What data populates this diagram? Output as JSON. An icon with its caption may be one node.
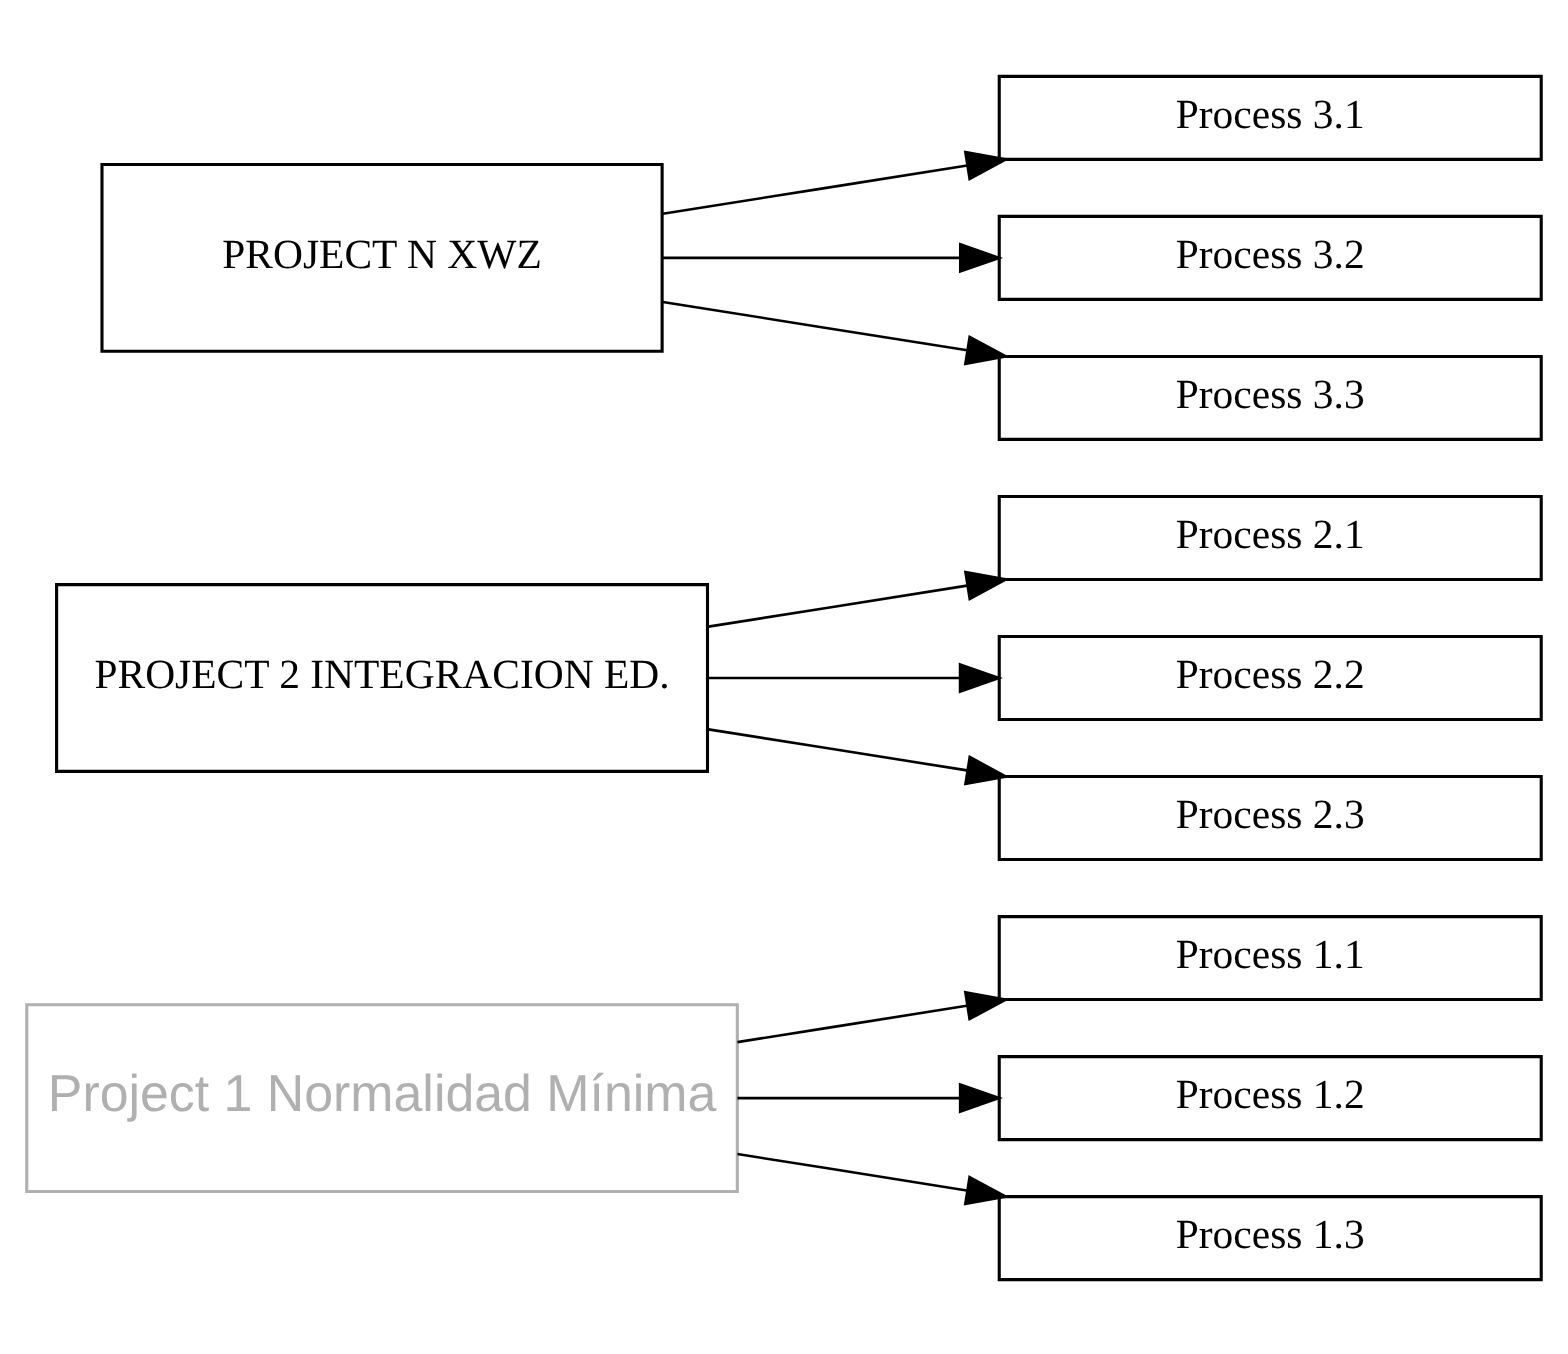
{
  "diagram": {
    "nodes": [
      {
        "text": [
          "Project 1 Normalidad Mínima"
        ]
      },
      {
        "text": [
          "Process 1.1"
        ]
      },
      {
        "text": [
          "Process 1.2"
        ]
      },
      {
        "text": [
          "Process 1.3"
        ]
      },
      {
        "text": [
          "PROJECT 2 INTEGRACION ED."
        ]
      },
      {
        "text": [
          "Process 2.1"
        ]
      },
      {
        "text": [
          "Process 2.2"
        ]
      },
      {
        "text": [
          "Process 2.3"
        ]
      },
      {
        "text": [
          "PROJECT N XWZ"
        ]
      },
      {
        "text": [
          "Process 3.1"
        ]
      },
      {
        "text": [
          "Process 3.2"
        ]
      },
      {
        "text": [
          "Process 3.3"
        ]
      }
    ],
    "edges": [
      {
        "from": 0,
        "to": 1,
        "arrow": "to"
      },
      {
        "from": 0,
        "to": 2,
        "arrow": "to"
      },
      {
        "from": 0,
        "to": 3,
        "arrow": "to"
      },
      {
        "from": 4,
        "to": 5,
        "arrow": "to"
      },
      {
        "from": 4,
        "to": 6,
        "arrow": "to"
      },
      {
        "from": 4,
        "to": 7,
        "arrow": "to"
      },
      {
        "from": 8,
        "to": 9,
        "arrow": "to"
      },
      {
        "from": 8,
        "to": 10,
        "arrow": "to"
      },
      {
        "from": 8,
        "to": 11,
        "arrow": "to"
      }
    ]
  }
}
